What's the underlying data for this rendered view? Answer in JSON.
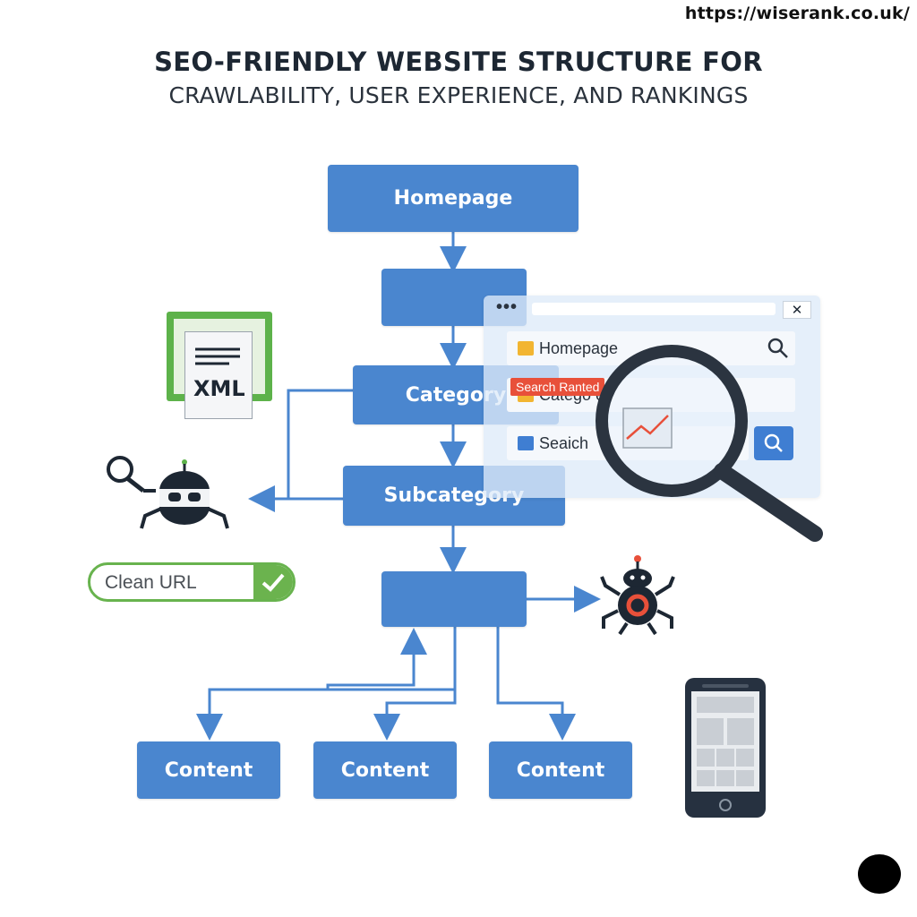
{
  "header": {
    "url": "https://wiserank.co.uk/",
    "title_line1": "SEO-FRIENDLY WEBSITE STRUCTURE FOR",
    "title_line2": "CRAWLABILITY, USER EXPERIENCE, AND RANKINGS"
  },
  "nodes": {
    "homepage": "Homepage",
    "level2": "",
    "category": "Category",
    "subcategory": "Subcategory",
    "level5": "",
    "content": [
      "Content",
      "Content",
      "Content"
    ]
  },
  "browser_panel": {
    "dots": "•••",
    "close": "✕",
    "rows": [
      "Homepage",
      "Catego e",
      "Seaich"
    ],
    "badge": "Search Ranted"
  },
  "side_items": {
    "xml_label": "XML",
    "clean_url_label": "Clean URL"
  },
  "icons": [
    "xml-file-icon",
    "crawler-robot-icon",
    "spider-bot-icon",
    "magnifier-icon",
    "search-icon",
    "check-icon",
    "folder-icon",
    "smartphone-icon"
  ],
  "colors": {
    "node_blue": "#4a86cf",
    "line_blue": "#4a86cf",
    "accent_green": "#6bb34e",
    "badge_red": "#e8503a",
    "dark": "#1d2733"
  }
}
